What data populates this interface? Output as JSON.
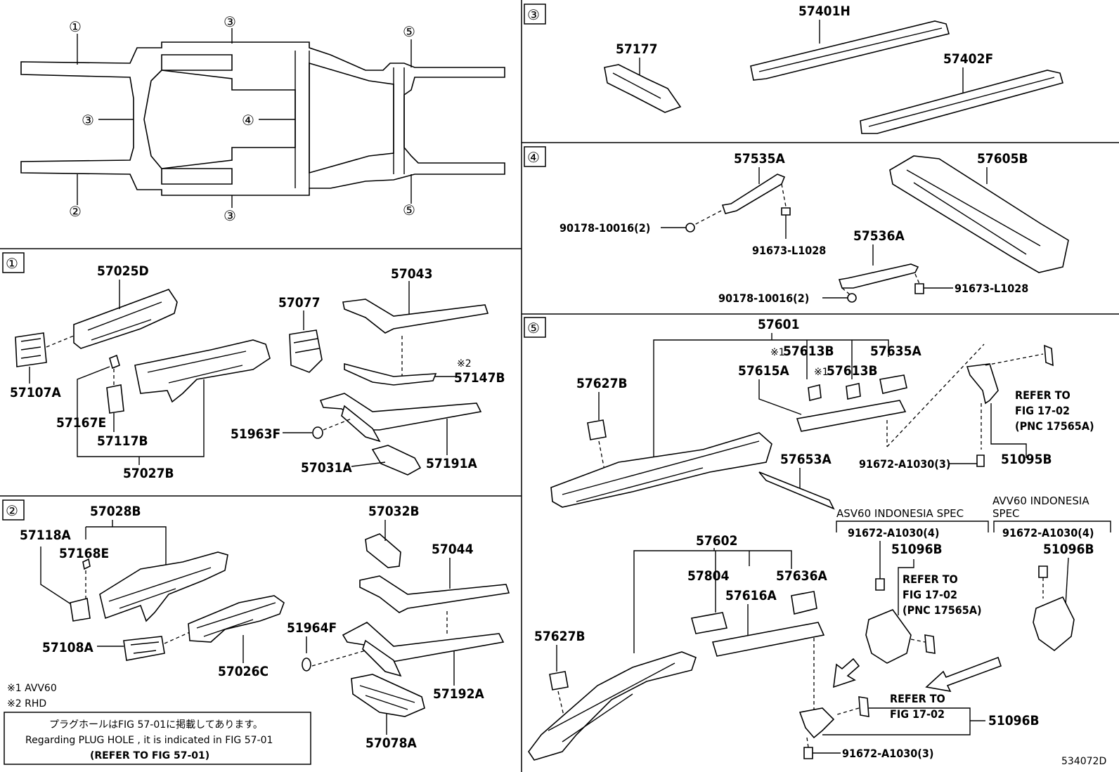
{
  "sections": {
    "overview_markers": [
      "①",
      "③",
      "⑤",
      "③",
      "④",
      "②",
      "③",
      "⑤"
    ],
    "s1": "①",
    "s2": "②",
    "s3": "③",
    "s4": "④",
    "s5": "⑤"
  },
  "parts": {
    "p57025D": "57025D",
    "p57107A": "57107A",
    "p57167E": "57167E",
    "p57117B": "57117B",
    "p57027B": "57027B",
    "p57077": "57077",
    "p57043": "57043",
    "p57147B": "57147B",
    "p51963F": "51963F",
    "p57031A": "57031A",
    "p57191A": "57191A",
    "p57028B": "57028B",
    "p57118A": "57118A",
    "p57168E": "57168E",
    "p57108A": "57108A",
    "p57026C": "57026C",
    "p57032B": "57032B",
    "p57044": "57044",
    "p51964F": "51964F",
    "p57192A": "57192A",
    "p57078A": "57078A",
    "p57177": "57177",
    "p57401H": "57401H",
    "p57402F": "57402F",
    "p57535A": "57535A",
    "p57605B": "57605B",
    "p57536A": "57536A",
    "p90178a": "90178-10016(2)",
    "p91673a": "91673-L1028",
    "p90178b": "90178-10016(2)",
    "p91673b": "91673-L1028",
    "p57601": "57601",
    "p57613Ba": "57613B",
    "p57613Bb": "57613B",
    "p57635A": "57635A",
    "p57615A": "57615A",
    "p57627Ba": "57627B",
    "p57653A": "57653A",
    "p91672a": "91672-A1030(3)",
    "p51095B": "51095B",
    "p57602": "57602",
    "p57804": "57804",
    "p57616A": "57616A",
    "p57636A": "57636A",
    "p57627Bb": "57627B",
    "p91672b": "91672-A1030(4)",
    "p51096Ba": "51096B",
    "p91672c": "91672-A1030(4)",
    "p51096Bb": "51096B",
    "p51096Bc": "51096B",
    "p91672d": "91672-A1030(3)"
  },
  "marks": {
    "ast1a": "※1",
    "ast1b": "※1",
    "ast2": "※2"
  },
  "refs": {
    "ref1": [
      "REFER TO",
      "FIG 17-02",
      "(PNC 17565A)"
    ],
    "ref2": [
      "REFER TO",
      "FIG 17-02",
      "(PNC 17565A)"
    ],
    "ref3": [
      "REFER TO",
      "FIG 17-02"
    ]
  },
  "specs": {
    "asv60": "ASV60 INDONESIA SPEC",
    "avv60": [
      "AVV60 INDONESIA",
      "SPEC"
    ]
  },
  "notes": {
    "n1": "※1 AVV60",
    "n2": "※2 RHD",
    "box_ja": "プラグホールはFIG 57-01に掲載してあります。",
    "box_en": "Regarding  PLUG HOLE , it is indicated in FIG  57-01",
    "box_ref": "(REFER TO FIG 57-01)"
  },
  "diagram_number": "534072D"
}
